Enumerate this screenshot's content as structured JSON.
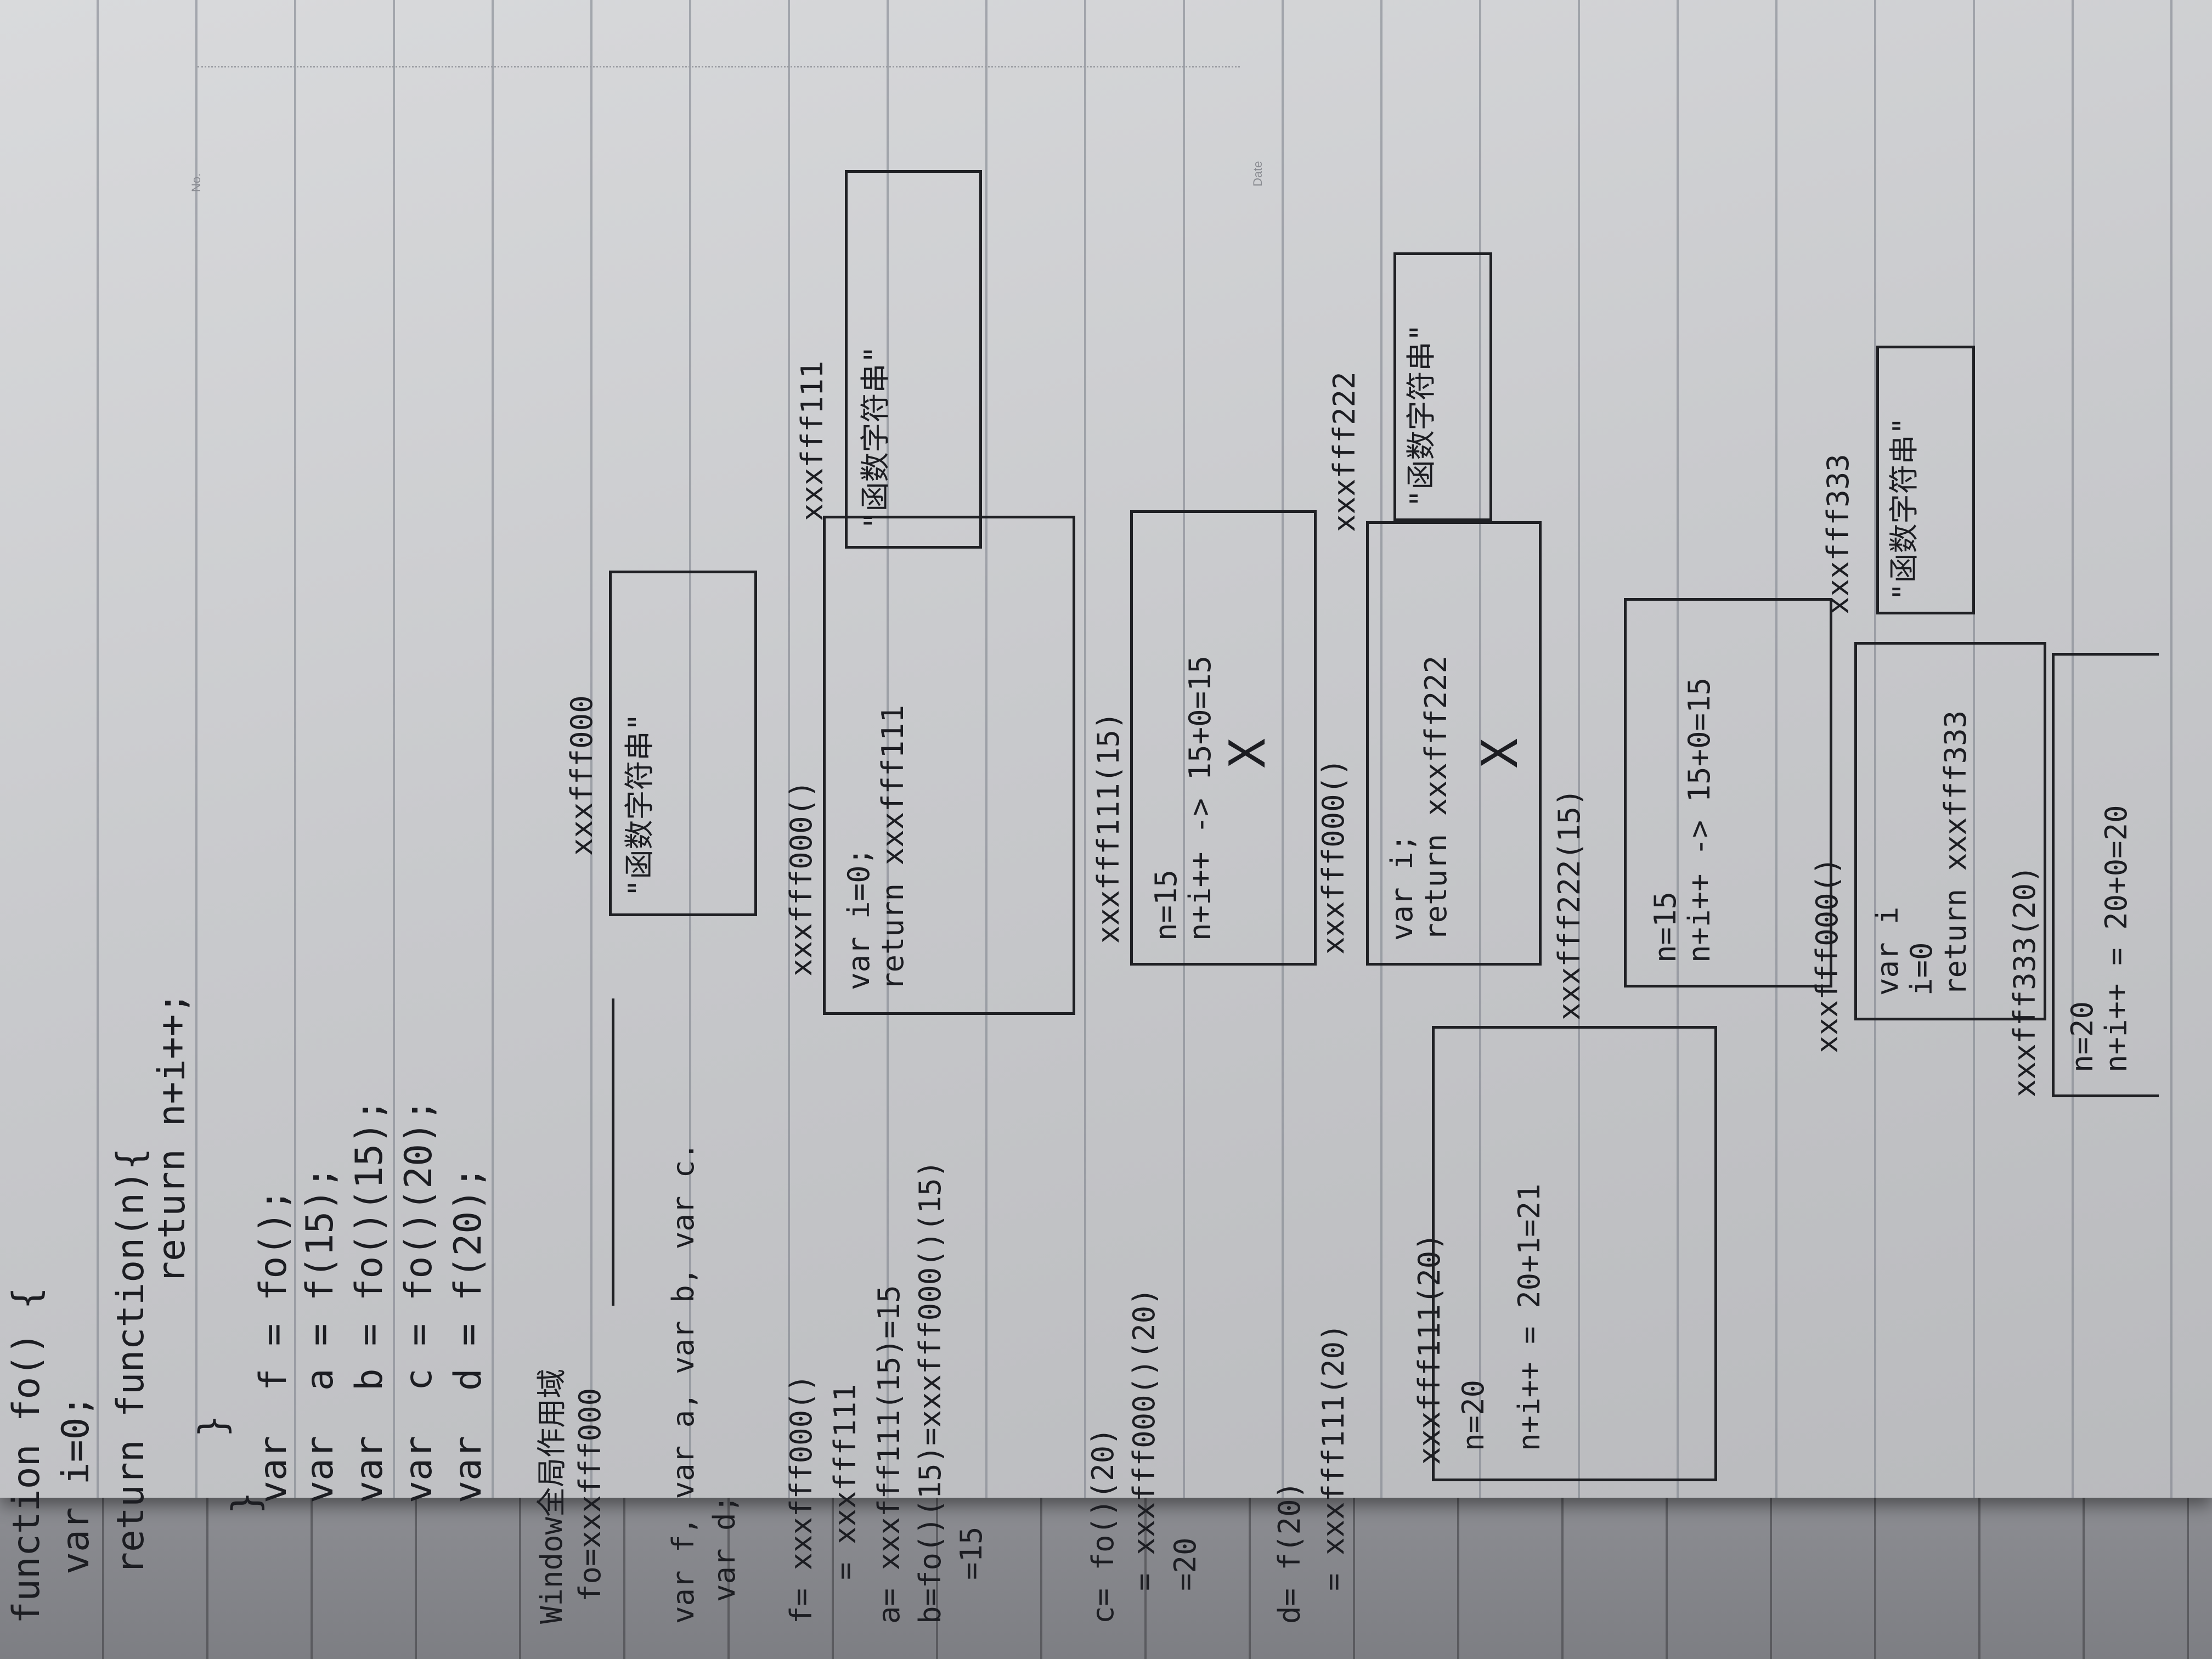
{
  "header": {
    "no_label": "No.",
    "date_label": "Date"
  },
  "code": {
    "line1": "function fo() {",
    "line2": "var i=0;",
    "line3": "return function(n){",
    "line4": "return n+i++;",
    "line5": "}",
    "line6": "}",
    "line7": "var  f = fo();",
    "line8": "var  a = f(15);",
    "line9": "var  b = fo()(15);",
    "line10": "var  c = fo()(20);",
    "line11": "var  d = f(20);"
  },
  "window_block": {
    "title": "Window全局作用域",
    "fo_line": "fo=xxxfff000",
    "vars_line": "var f, var a, var b, var c.",
    "vard_line": "var d;",
    "fn_label": "xxxfff000",
    "fn_box_text": "\"函数字符串\""
  },
  "block_f": {
    "eq1": "f= xxxfff000()",
    "eq2": "= xxxfff111",
    "eq3": "a= xxxfff111(15)=15",
    "eq4": "b=fo()(15)=xxxfff000()(15)",
    "eq5": "=15",
    "call_label": "xxxfff000()",
    "box_l1": "var i=0;",
    "box_l2": "return xxxfff111",
    "fn_label": "xxxfff111",
    "fn_box_text": "\"函数字符串\""
  },
  "block_c": {
    "eq1": "c= fo()(20)",
    "eq2": "= xxxfff000()(20)",
    "eq3": "=20",
    "call_label": "xxxfff111(15)",
    "box_l1": "n=15",
    "box_l2": "n+i++ -> 15+0=15",
    "cross": "X"
  },
  "block_d": {
    "eq1": "d= f(20)",
    "eq2": "= xxxfff111(20)",
    "call_label": "xxxfff111(20)",
    "box_l1": "n=20",
    "box_l2": "n+i++ = 20+1=21"
  },
  "block_222": {
    "call_label": "xxxfff000()",
    "box_l1": "var i;",
    "box_l2": "return xxxfff222",
    "fn_label": "xxxfff222",
    "fn_box_text": "\"函数字符串\"",
    "call2_label": "xxxfff222(15)",
    "box2_l1": "n=15",
    "box2_l2": "n+i++ -> 15+0=15",
    "cross": "X"
  },
  "block_333": {
    "call_label": "xxxfff000()",
    "box_l1": "var i",
    "box_l2": "i=0",
    "box_l3": "return xxxfff333",
    "fn_label": "xxxfff333",
    "fn_box_text": "\"函数字符串\"",
    "call2_label": "xxxfff333(20)",
    "box2_l1": "n=20",
    "box2_l2": "n+i++ = 20+0=20"
  }
}
